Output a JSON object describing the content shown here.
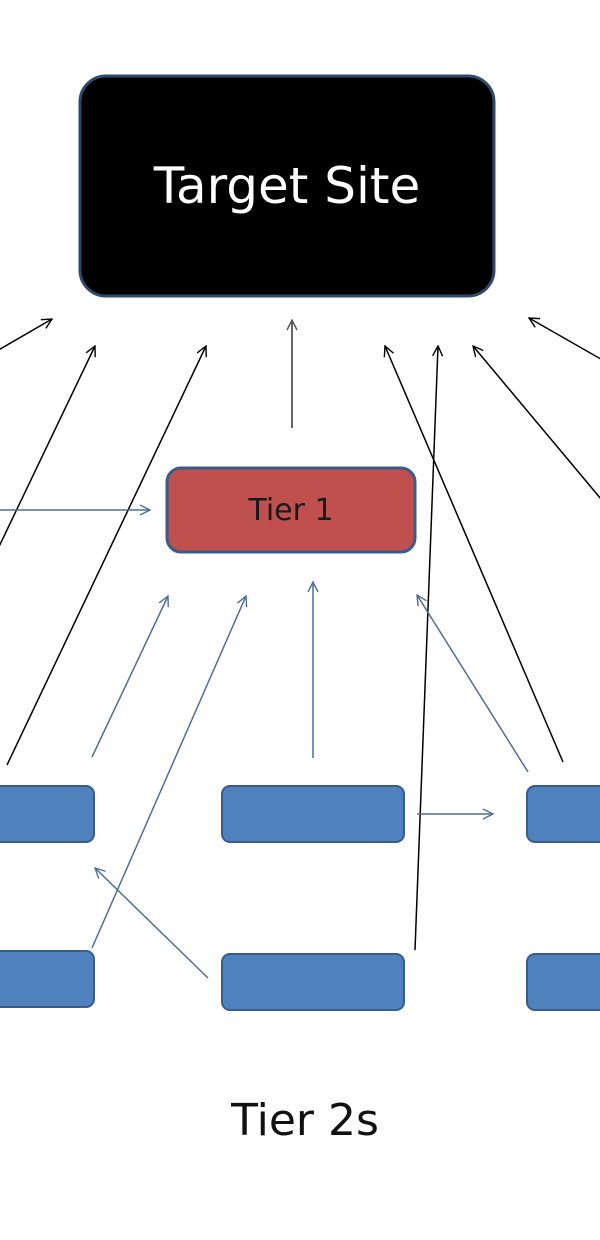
{
  "nodes": {
    "target_site": {
      "label": "Target Site",
      "fill": "#000000",
      "stroke": "#2e4a6b"
    },
    "tier1": {
      "label": "Tier 1",
      "fill": "#c0504d",
      "stroke": "#385d8a"
    },
    "tier2_box": {
      "fill": "#4f81bd",
      "stroke": "#385d8a"
    }
  },
  "caption": {
    "label": "Tier 2s"
  },
  "colors": {
    "black_arrow": "#000000",
    "blue_arrow": "#4f6e96",
    "gray_arrow": "#555555",
    "background": "#ffffff"
  }
}
